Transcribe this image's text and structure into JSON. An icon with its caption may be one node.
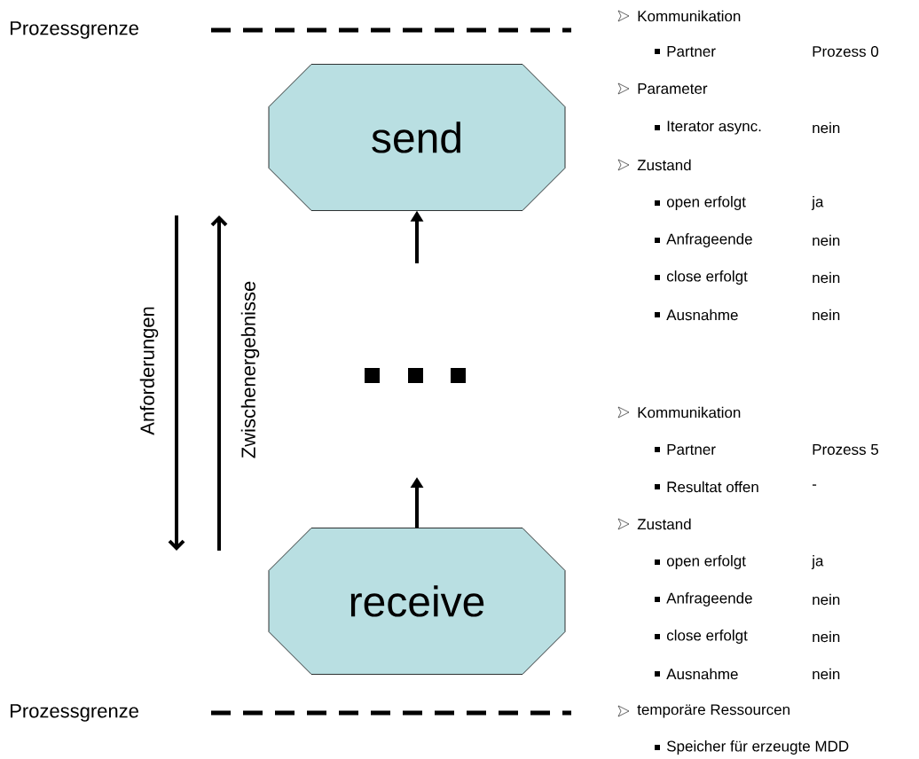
{
  "diagram": {
    "nodes": [
      {
        "text": [
          "send"
        ]
      },
      {
        "text": [
          "receive"
        ]
      }
    ],
    "edges": [
      {
        "from": null,
        "to": 0,
        "arrow": "to"
      },
      {
        "from": 1,
        "to": null,
        "arrow": "to"
      }
    ],
    "labels": [
      "Prozessgrenze",
      "Anforderungen",
      "Zwischenergebnisse",
      "Prozessgrenze",
      "Kommunikation",
      "Partner",
      "Prozess 0",
      "Parameter",
      "Iterator async.",
      "nein",
      "Zustand",
      "open erfolgt",
      "ja",
      "Anfrageende",
      "nein",
      "close erfolgt",
      "nein",
      "Ausnahme",
      "nein",
      "Kommunikation",
      "Partner",
      "Prozess 5",
      "Resultat offen",
      "-",
      "Zustand",
      "open erfolgt",
      "ja",
      "Anfrageende",
      "nein",
      "close erfolgt",
      "nein",
      "Ausnahme",
      "nein",
      "temporäre Ressourcen",
      "Speicher für erzeugte MDD"
    ]
  }
}
